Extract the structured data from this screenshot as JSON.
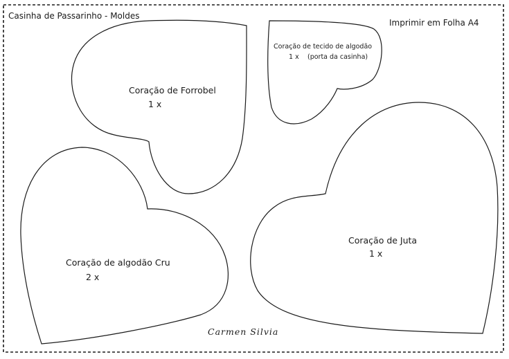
{
  "header": {
    "title": "Casinha de Passarinho - Moldes",
    "print_note": "Imprimir em Folha A4"
  },
  "patterns": {
    "forrobel": {
      "label": "Coração de  Forrobel",
      "quantity": "1 x"
    },
    "tecido": {
      "label": "Coração de tecido de algodão",
      "quantity": "1 x",
      "note": "(porta da casinha)"
    },
    "algodao_cru": {
      "label": "Coração de  algodão Cru",
      "quantity": "2 x"
    },
    "juta": {
      "label": "Coração de Juta",
      "quantity": "1 x"
    }
  },
  "footer": {
    "signature": "Carmen Silvia"
  },
  "colors": {
    "outline": "#1a1a1a",
    "background": "#ffffff"
  }
}
